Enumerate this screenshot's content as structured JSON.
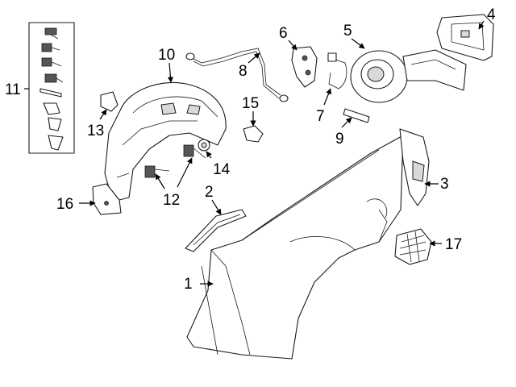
{
  "diagram": {
    "callouts": {
      "c1": "1",
      "c2": "2",
      "c3": "3",
      "c4": "4",
      "c5": "5",
      "c6": "6",
      "c7": "7",
      "c8": "8",
      "c9": "9",
      "c10": "10",
      "c11": "11",
      "c12": "12",
      "c13": "13",
      "c14": "14",
      "c15": "15",
      "c16": "16",
      "c17": "17"
    },
    "colors": {
      "line": "#1a1a1a",
      "shade": "#d9d9d9",
      "background": "#ffffff"
    }
  }
}
